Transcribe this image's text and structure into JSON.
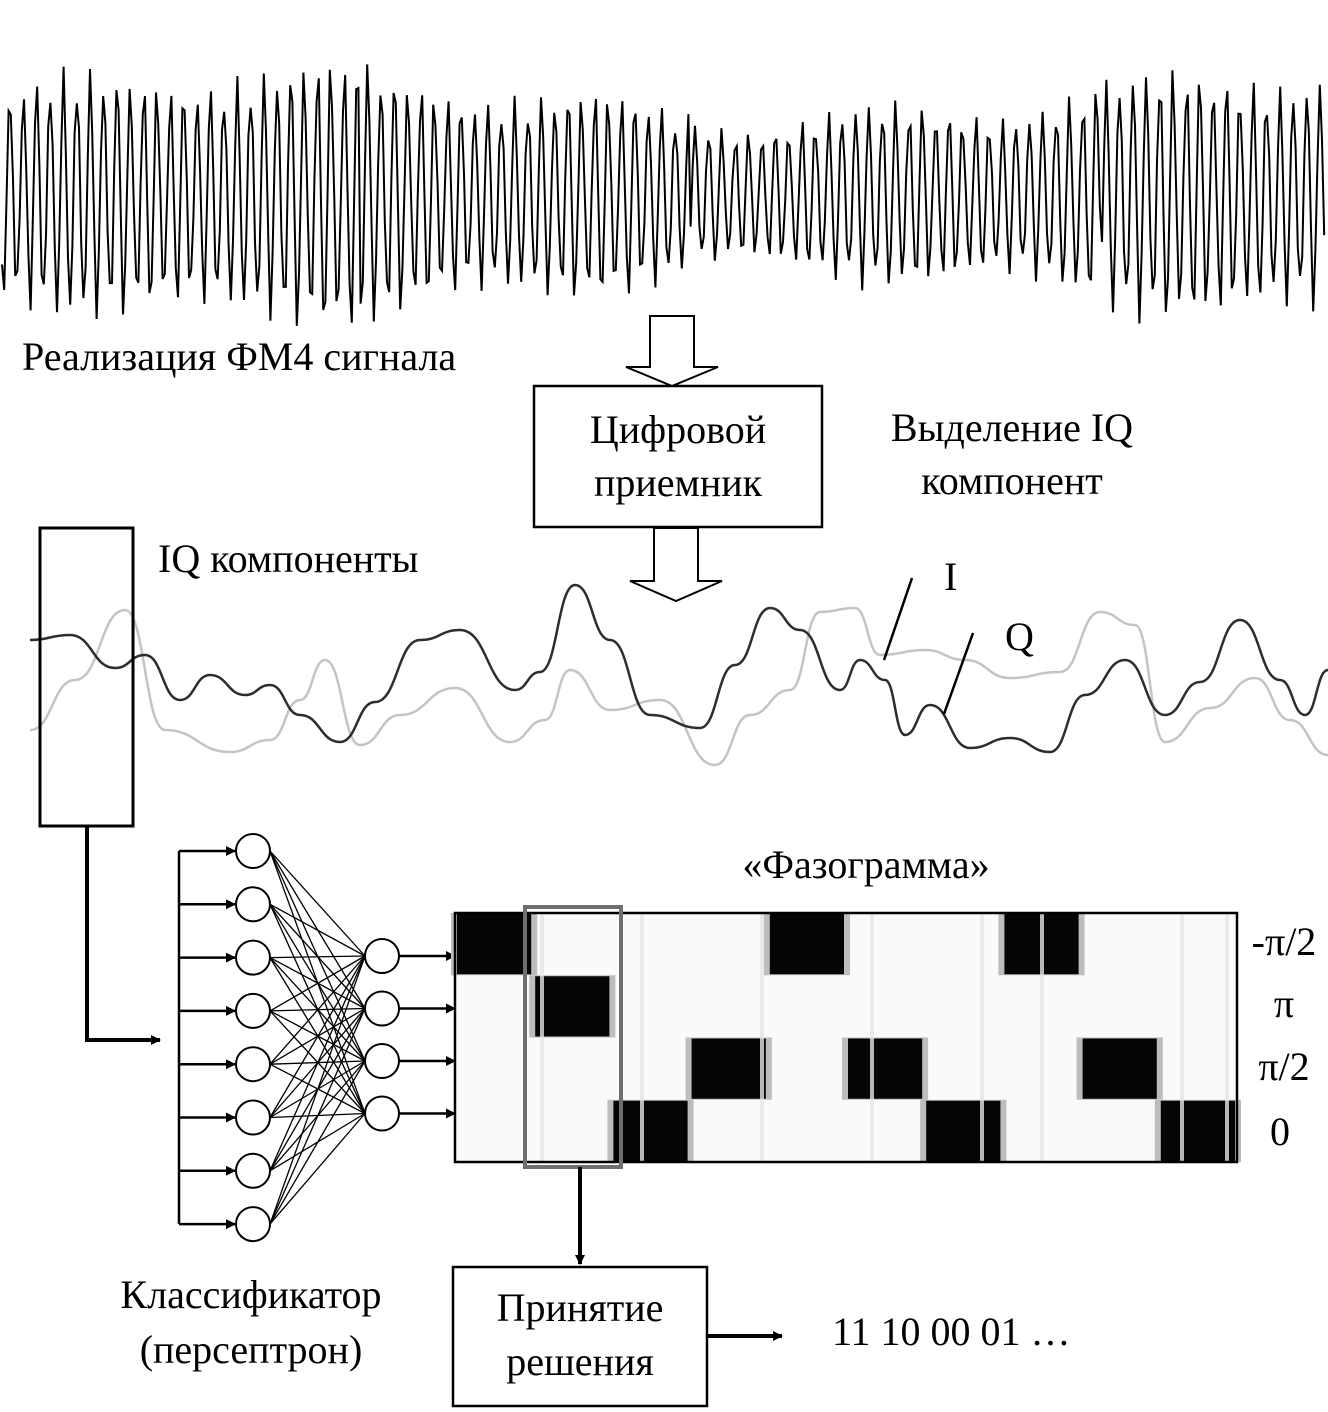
{
  "labels": {
    "signal": "Реализация ФМ4 сигнала",
    "receiver_line1": "Цифровой",
    "receiver_line2": "приемник",
    "iq_extraction_line1": "Выделение IQ",
    "iq_extraction_line2": "компонент",
    "iq_components": "IQ компоненты",
    "i_label": "I",
    "q_label": "Q",
    "phasogram_title": "«Фазограмма»",
    "phase_minus_pi_2": "-π/2",
    "phase_pi": "π",
    "phase_pi_2": "π/2",
    "phase_zero": "0",
    "classifier_line1": "Классификатор",
    "classifier_line2": "(персептрон)",
    "decision_line1": "Принятие",
    "decision_line2": "решения",
    "output_bits": "11 10 00 01 …"
  },
  "phasogram": {
    "rows": [
      "-π/2",
      "π",
      "π/2",
      "0"
    ],
    "symbols": [
      "-π/2",
      "π",
      "0",
      "π/2",
      "-π/2",
      "π/2",
      "0",
      "-π/2",
      "π/2",
      "0"
    ]
  },
  "network": {
    "inputs": 8,
    "outputs": 4
  }
}
